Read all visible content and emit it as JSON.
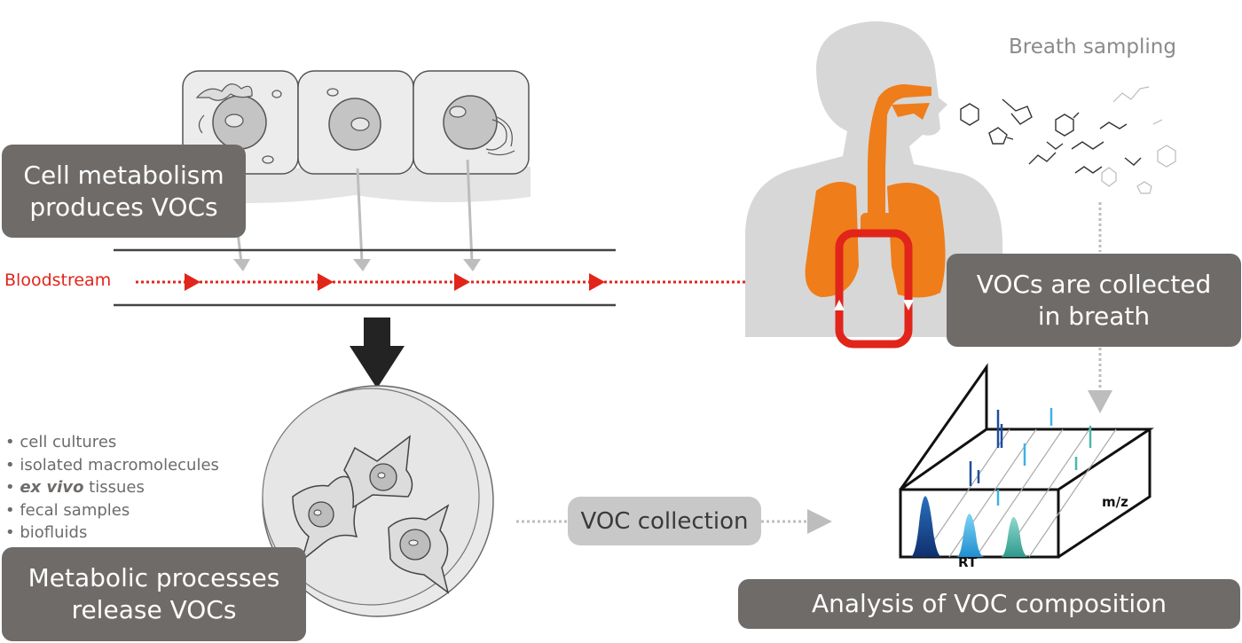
{
  "labels": {
    "cell_metabolism": "Cell metabolism\nproduces VOCs",
    "bloodstream": "Bloodstream",
    "breath_sampling": "Breath sampling",
    "vocs_collected": "VOCs are collected\nin breath",
    "voc_collection": "VOC collection",
    "metabolic_processes": "Metabolic processes\nrelease VOCs",
    "analysis": "Analysis of VOC composition",
    "axis_rt": "RT",
    "axis_mz": "m/z"
  },
  "sources": {
    "item1": "cell cultures",
    "item2": "isolated macromolecules",
    "item3_italic": "ex vivo",
    "item3_rest": " tissues",
    "item4": "fecal samples",
    "item5": "biofluids"
  },
  "colors": {
    "label_box": "#6e6b69",
    "blood_red": "#e1251b",
    "organ_orange": "#ef7d1a",
    "silhouette": "#d7d7d7",
    "peak_dark_blue": "#1f4e9c",
    "peak_light_blue": "#3fb1e5",
    "peak_teal": "#4db7a9"
  }
}
